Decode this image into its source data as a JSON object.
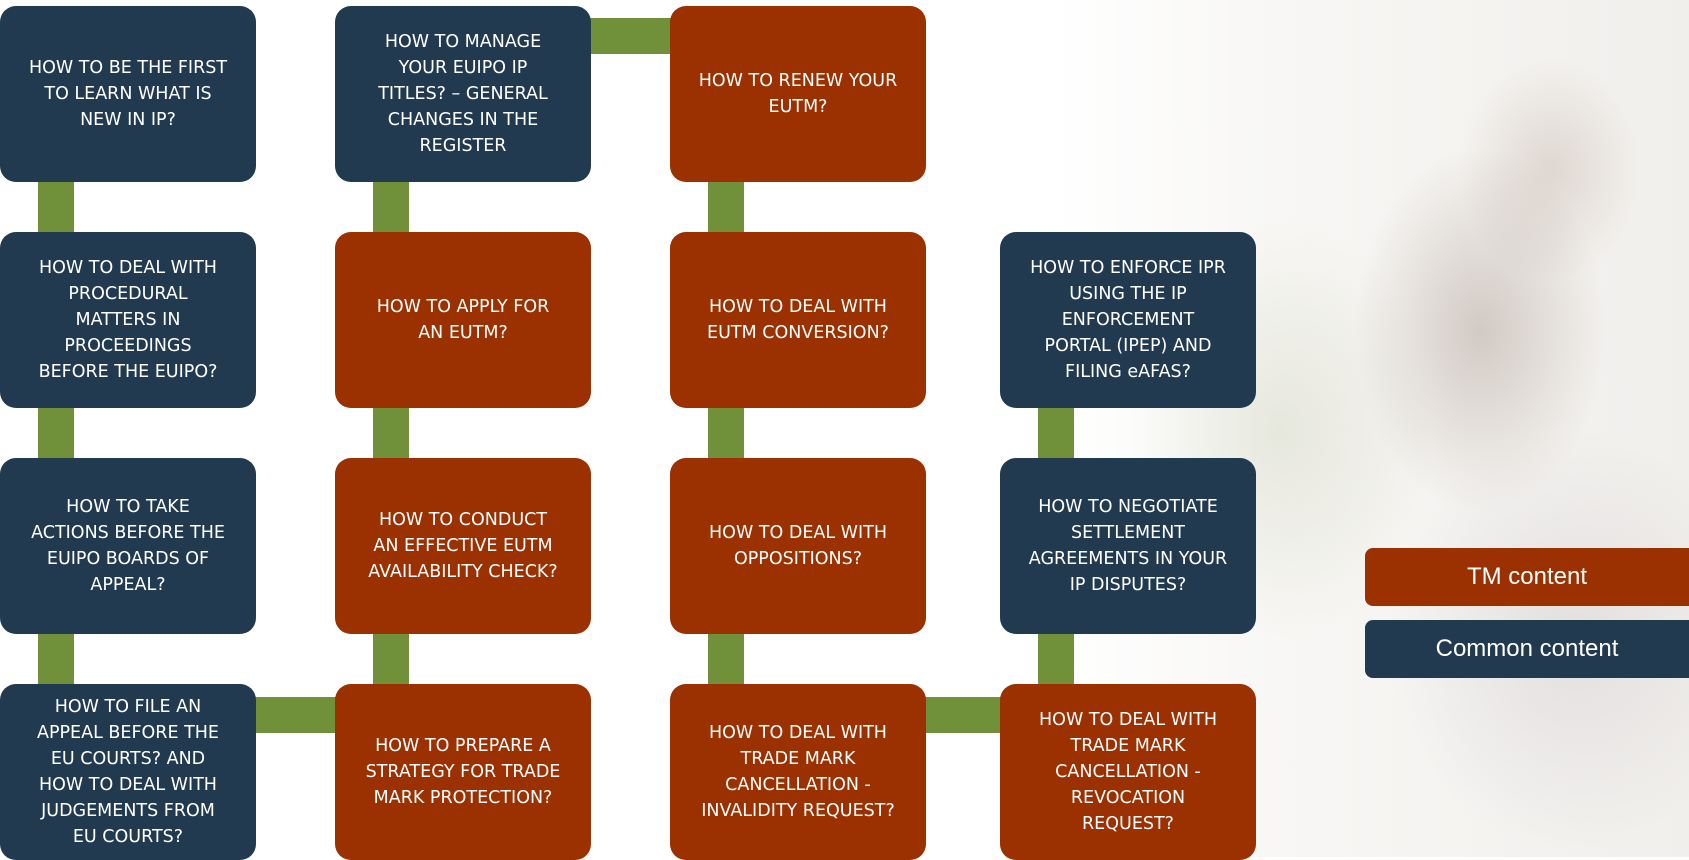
{
  "diagram": {
    "columns": [
      {
        "boxes": [
          {
            "text": "HOW TO BE THE FIRST\nTO LEARN WHAT IS\nNEW IN IP?",
            "category": "common"
          },
          {
            "text": "HOW TO DEAL WITH\nPROCEDURAL\nMATTERS IN\nPROCEEDINGS\nBEFORE THE EUIPO?",
            "category": "common"
          },
          {
            "text": "HOW TO TAKE\nACTIONS BEFORE THE\nEUIPO BOARDS OF\nAPPEAL?",
            "category": "common"
          },
          {
            "text": "HOW TO FILE AN\nAPPEAL BEFORE THE\nEU COURTS? AND\nHOW TO DEAL WITH\nJUDGEMENTS FROM\nEU COURTS?",
            "category": "common"
          }
        ]
      },
      {
        "boxes": [
          {
            "text": "HOW TO MANAGE\nYOUR EUIPO IP\nTITLES? – GENERAL\nCHANGES IN THE\nREGISTER",
            "category": "common"
          },
          {
            "text": "HOW TO APPLY FOR\nAN EUTM?",
            "category": "tm"
          },
          {
            "text": "HOW TO CONDUCT\nAN EFFECTIVE EUTM\nAVAILABILITY CHECK?",
            "category": "tm"
          },
          {
            "text": "HOW TO PREPARE A\nSTRATEGY FOR TRADE\nMARK PROTECTION?",
            "category": "tm"
          }
        ]
      },
      {
        "boxes": [
          {
            "text": "HOW TO RENEW YOUR\nEUTM?",
            "category": "tm"
          },
          {
            "text": "HOW TO DEAL WITH\nEUTM CONVERSION?",
            "category": "tm"
          },
          {
            "text": "HOW TO DEAL WITH\nOPPOSITIONS?",
            "category": "tm"
          },
          {
            "text": "HOW TO DEAL WITH\nTRADE MARK\nCANCELLATION -\nINVALIDITY REQUEST?",
            "category": "tm"
          }
        ]
      },
      {
        "boxes": [
          {
            "text": "HOW TO ENFORCE IPR\nUSING THE IP\nENFORCEMENT\nPORTAL (IPEP) AND\nFILING eAFAS?",
            "category": "common"
          },
          {
            "text": "HOW TO NEGOTIATE\nSETTLEMENT\nAGREEMENTS IN YOUR\nIP DISPUTES?",
            "category": "common"
          },
          {
            "text": "HOW TO DEAL WITH\nTRADE MARK\nCANCELLATION -\nREVOCATION\nREQUEST?",
            "category": "tm"
          }
        ]
      }
    ]
  },
  "legend": {
    "tm_label": "TM content",
    "common_label": "Common content"
  },
  "colors": {
    "tm": "#9b3000",
    "common": "#223a50",
    "connector": "#70903a"
  }
}
